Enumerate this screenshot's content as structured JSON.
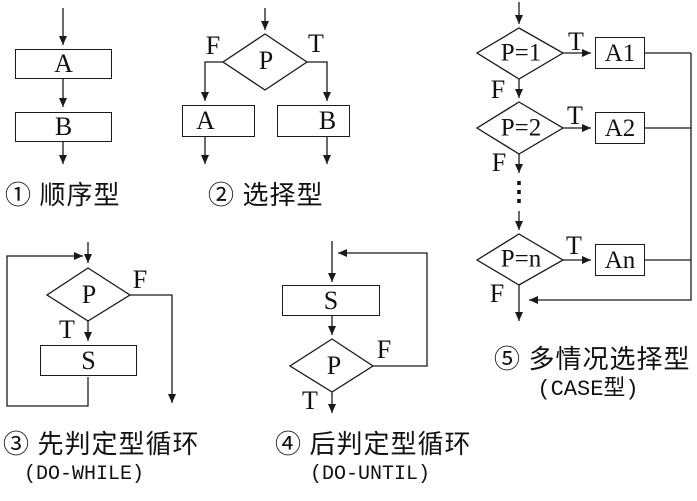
{
  "figure": {
    "background": "#ffffff",
    "line_color": "#1a1a1a",
    "text_color": "#111111"
  },
  "panels": {
    "sequence": {
      "caption": "① 顺序型",
      "boxes": {
        "a": "A",
        "b": "B"
      }
    },
    "selection": {
      "caption": "② 选择型",
      "condition": "P",
      "false_label": "F",
      "true_label": "T",
      "boxes": {
        "a": "A",
        "b": "B"
      }
    },
    "do_while": {
      "caption": "③ 先判定型循环",
      "subcaption": "(DO-WHILE)",
      "condition": "P",
      "true_label": "T",
      "false_label": "F",
      "body": "S"
    },
    "do_until": {
      "caption": "④ 后判定型循环",
      "subcaption": "(DO-UNTIL)",
      "condition": "P",
      "true_label": "T",
      "false_label": "F",
      "body": "S"
    },
    "case": {
      "caption": "⑤ 多情况选择型",
      "subcaption": "(CASE型)",
      "ellipsis": "⋮",
      "branches": [
        {
          "condition": "P=1",
          "true_label": "T",
          "false_label": "F",
          "action": "A1"
        },
        {
          "condition": "P=2",
          "true_label": "T",
          "false_label": "F",
          "action": "A2"
        },
        {
          "condition": "P=n",
          "true_label": "T",
          "false_label": "F",
          "action": "An"
        }
      ]
    }
  }
}
